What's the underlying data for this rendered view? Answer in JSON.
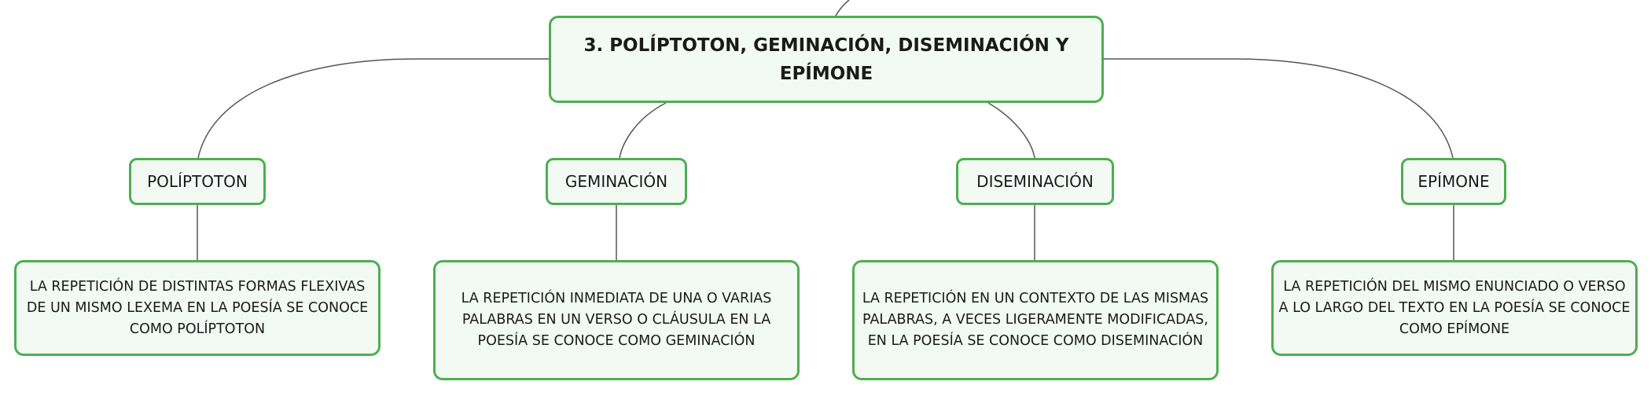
{
  "diagram": {
    "root": {
      "title": "3. POLÍPTOTON, GEMINACIÓN, DISEMINACIÓN Y EPÍMONE"
    },
    "branches": [
      {
        "topic": "POLÍPTOTON",
        "description": "LA REPETICIÓN DE DISTINTAS FORMAS FLEXIVAS DE UN MISMO LEXEMA EN LA POESÍA SE CONOCE COMO POLÍPTOTON"
      },
      {
        "topic": "GEMINACIÓN",
        "description": "LA REPETICIÓN INMEDIATA DE UNA O VARIAS PALABRAS EN UN VERSO O CLÁUSULA EN LA POESÍA SE CONOCE COMO GEMINACIÓN"
      },
      {
        "topic": "DISEMINACIÓN",
        "description": "LA REPETICIÓN EN UN CONTEXTO DE LAS MISMAS PALABRAS, A VECES LIGERAMENTE MODIFICADAS, EN LA POESÍA SE CONOCE COMO DISEMINACIÓN"
      },
      {
        "topic": "EPÍMONE",
        "description": "LA REPETICIÓN DEL MISMO ENUNCIADO O VERSO A LO LARGO DEL TEXTO EN LA POESÍA SE CONOCE COMO EPÍMONE"
      }
    ]
  },
  "colors": {
    "node_border": "#4caf50",
    "node_fill": "#f3faf4",
    "connector": "#555555",
    "text": "#1a1a1a"
  }
}
